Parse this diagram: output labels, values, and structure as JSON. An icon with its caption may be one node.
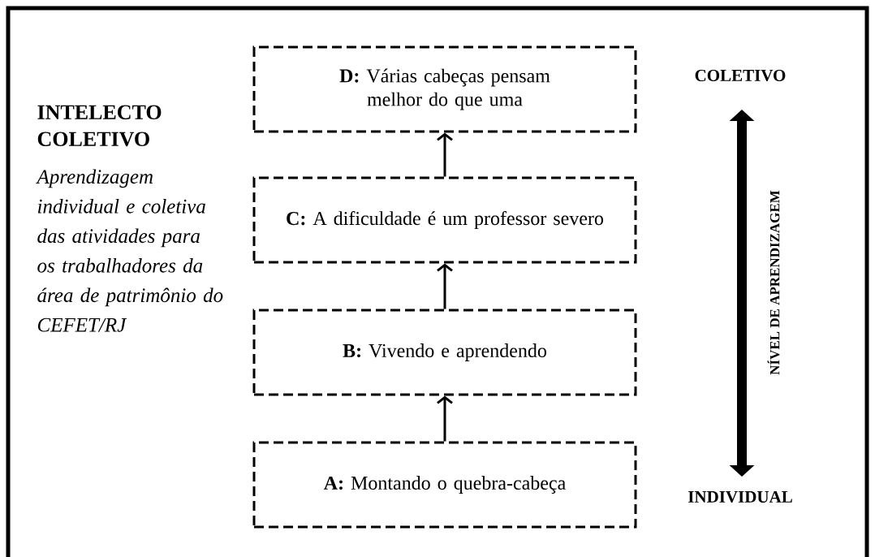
{
  "diagram": {
    "nodes": [
      {
        "text": [
          "**D:** Várias cabeças pensam melhor do que uma"
        ]
      },
      {
        "text": [
          "**C:** A dificuldade é um professor severo"
        ]
      },
      {
        "text": [
          "**B:** Vivendo e aprendendo"
        ]
      },
      {
        "text": [
          "**A:** Montando o quebra-cabeça"
        ]
      }
    ],
    "edges": [
      {
        "from": 3,
        "to": 2,
        "arrow": "to"
      },
      {
        "from": 2,
        "to": 1,
        "arrow": "to"
      },
      {
        "from": 1,
        "to": 0,
        "arrow": "to"
      }
    ],
    "labels": [
      "INTELECTO COLETIVO",
      "Aprendizagem individual e coletiva das atividades para os trabalhadores da área de patrimônio do CEFET/RJ",
      "COLETIVO",
      "NÍVEL DE APRENDIZAGEM",
      "INDIVIDUAL"
    ]
  }
}
